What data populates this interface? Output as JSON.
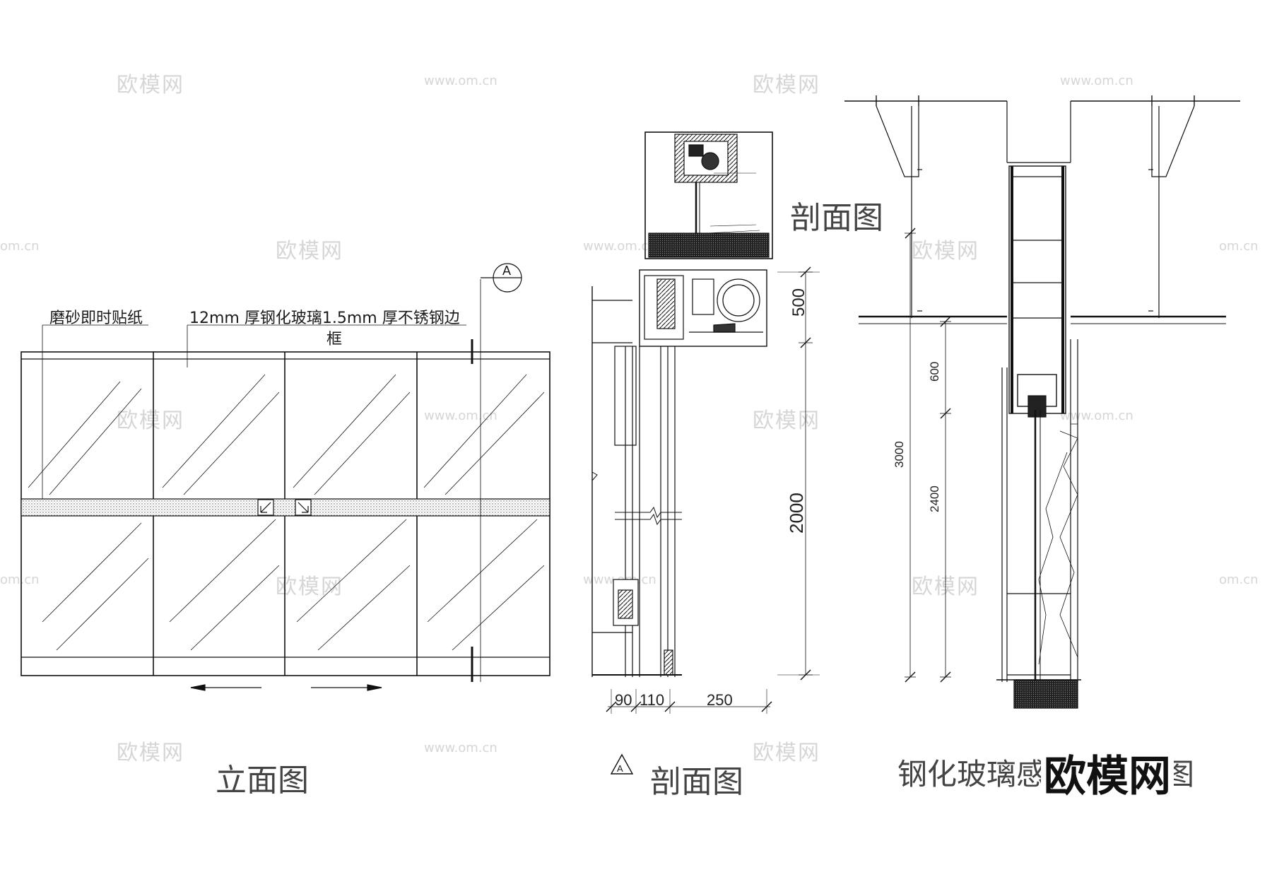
{
  "watermarks": {
    "brand_cn": "欧模网",
    "url": "www.om.cn",
    "url_partial": "om.cn"
  },
  "elevation": {
    "title": "立面图",
    "note_frosted": "磨砂即时贴纸",
    "note_glass": "12mm 厚钢化玻璃1.5mm 厚不锈钢边",
    "note_glass_line2": "框",
    "section_marker": "A"
  },
  "section_a": {
    "title_letter": "A",
    "title": "剖面图",
    "dim_500": "500",
    "dim_2000": "2000",
    "dim_90": "90",
    "dim_110": "110",
    "dim_250": "250"
  },
  "inset": {
    "title": "剖面图"
  },
  "door_section": {
    "title": "钢化玻璃感应门剖面图",
    "dim_3000": "3000",
    "dim_600": "600",
    "dim_2400": "2400"
  },
  "brand_logo": "欧模网"
}
